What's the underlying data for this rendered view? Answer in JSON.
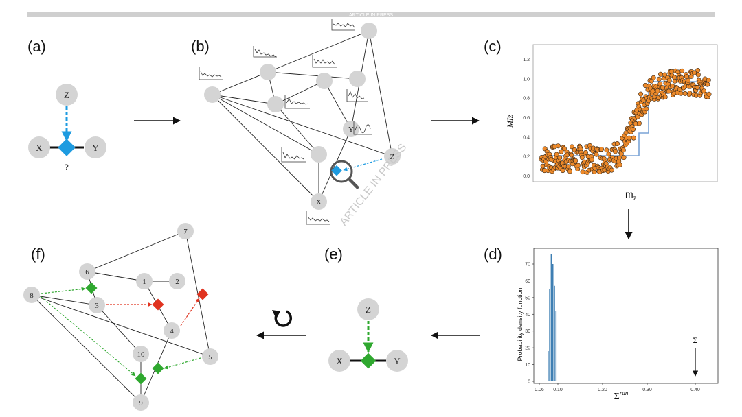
{
  "header": {
    "banner_text": "ARTICLE IN PRESS"
  },
  "watermark": {
    "text": "ARTICLE IN PRESS"
  },
  "panels": {
    "a": {
      "label": "(a)",
      "nodes": {
        "z": "Z",
        "x": "X",
        "y": "Y"
      },
      "question": "?"
    },
    "b": {
      "label": "(b)",
      "nodes": {
        "y": "Y",
        "z": "Z",
        "x": "X"
      }
    },
    "c": {
      "label": "(c)",
      "ylabel": "MIz",
      "xlabel_main": "m",
      "xlabel_sub": "z",
      "yticks": [
        "1.2",
        "1.0",
        "0.8",
        "0.6",
        "0.4",
        "0.2",
        "0.0"
      ]
    },
    "d": {
      "label": "(d)",
      "ylabel": "Probability density function",
      "xticks": [
        "0.06",
        "0.10",
        "0.20",
        "0.30",
        "0.40"
      ],
      "yticks": [
        "70",
        "60",
        "50",
        "40",
        "30",
        "20",
        "10",
        "0"
      ],
      "xlabel_main": "Σ",
      "xlabel_sup": "ran",
      "arrow_label": "Σ"
    },
    "e": {
      "label": "(e)",
      "nodes": {
        "z": "Z",
        "x": "X",
        "y": "Y"
      }
    },
    "f": {
      "label": "(f)",
      "nodes": [
        "1",
        "2",
        "3",
        "4",
        "5",
        "6",
        "7",
        "8",
        "9",
        "10"
      ]
    }
  },
  "colors": {
    "blue": "#1e9be0",
    "green": "#2fa82f",
    "red": "#e0331f",
    "node": "#d4d4d4"
  },
  "icons": [
    "magnifier-icon",
    "refresh-icon"
  ]
}
